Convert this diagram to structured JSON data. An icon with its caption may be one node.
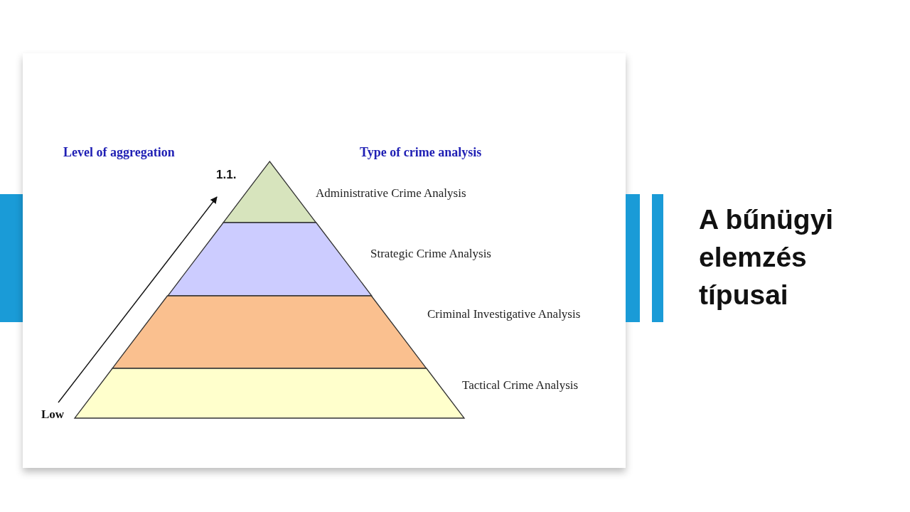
{
  "diagram": {
    "title": "A bűnügyi elemzés típusai",
    "nodes": [
      {
        "text": [],
        "shape": "triangle",
        "beside": [
          "Administrative Crime Analysis"
        ]
      },
      {
        "text": [],
        "shape": "trapezoid",
        "beside": [
          "Strategic Crime Analysis"
        ]
      },
      {
        "text": [],
        "shape": "trapezoid",
        "beside": [
          "Criminal Investigative Analysis"
        ]
      },
      {
        "text": [],
        "shape": "trapezoid",
        "beside": [
          "Tactical Crime Analysis"
        ]
      }
    ],
    "labels": [
      "Level of aggregation",
      "Type of crime analysis",
      "1.1.",
      "Low"
    ]
  }
}
